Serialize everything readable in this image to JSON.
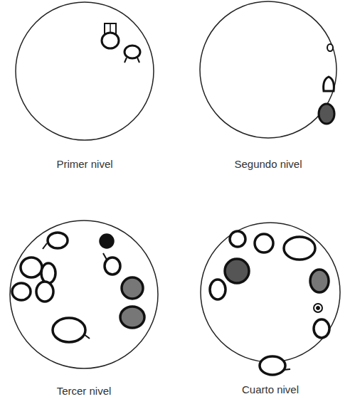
{
  "diagram": {
    "labels": [
      "Primer nivel",
      "Segundo nivel",
      "Tercer nivel",
      "Cuarto nivel"
    ]
  }
}
